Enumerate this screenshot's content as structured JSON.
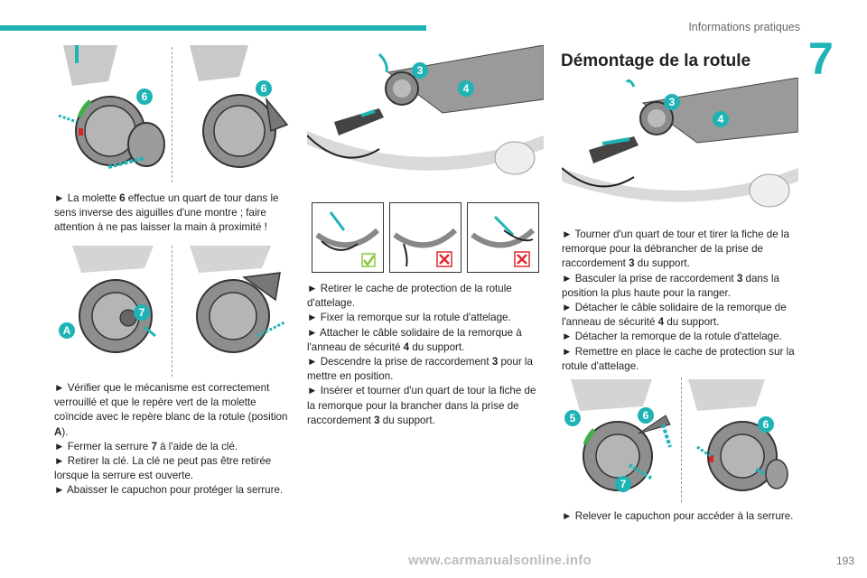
{
  "header": {
    "section_title": "Informations pratiques",
    "chapter_number": "7",
    "page_number": "193"
  },
  "watermark": "www.carmanualsonline.info",
  "column1": {
    "para1": {
      "pre": "► La molette ",
      "num": "6",
      "post": " effectue un quart de tour dans le sens inverse des aiguilles d'une montre ; faire attention à ne pas laisser la main à proximité !"
    },
    "para2_l1": "► Vérifier que le mécanisme est correctement verrouillé et que le repère vert de la molette coïncide avec le repère blanc de la rotule (position ",
    "para2_pos": "A",
    "para2_end": ").",
    "para3_pre": "► Fermer la serrure ",
    "para3_num": "7",
    "para3_post": " à l'aide de la clé.",
    "para4": "► Retirer la clé. La clé ne peut pas être retirée lorsque la serrure est ouverte.",
    "para5": "► Abaisser le capuchon pour protéger la serrure."
  },
  "column2": {
    "l1": "► Retirer le cache de protection de la rotule d'attelage.",
    "l2": "► Fixer la remorque sur la rotule d'attelage.",
    "l3_pre": "► Attacher le câble solidaire de la remorque à l'anneau de sécurité ",
    "l3_num": "4",
    "l3_post": " du support.",
    "l4_pre": "► Descendre la prise de raccordement ",
    "l4_num": "3",
    "l4_post": " pour la mettre en position.",
    "l5_pre": "► Insérer et tourner d'un quart de tour la fiche de la remorque pour la brancher dans la prise de raccordement ",
    "l5_num": "3",
    "l5_post": " du support."
  },
  "column3": {
    "heading": "Démontage de la rotule",
    "l1_pre": "► Tourner d'un quart de tour et tirer la fiche de la remorque pour la débrancher de la prise de raccordement ",
    "l1_num": "3",
    "l1_post": " du support.",
    "l2_pre": "► Basculer la prise de raccordement ",
    "l2_num": "3",
    "l2_post": " dans la position la plus haute pour la ranger.",
    "l3_pre": "► Détacher le câble solidaire de la remorque de l'anneau de sécurité ",
    "l3_num": "4",
    "l3_post": " du support.",
    "l4": "► Détacher la remorque de la rotule d'attelage.",
    "l5": "► Remettre en place le cache de protection sur la rotule d'attelage.",
    "l6": "► Relever le capuchon pour accéder à la serrure."
  },
  "callouts": {
    "n6": "6",
    "n7": "7",
    "nA": "A",
    "n3": "3",
    "n4": "4",
    "n5": "5"
  },
  "colors": {
    "accent": "#1fb3b5",
    "badge": "#1fb3b5",
    "ok_green": "#8dc63f",
    "ko_red": "#e0282e"
  }
}
